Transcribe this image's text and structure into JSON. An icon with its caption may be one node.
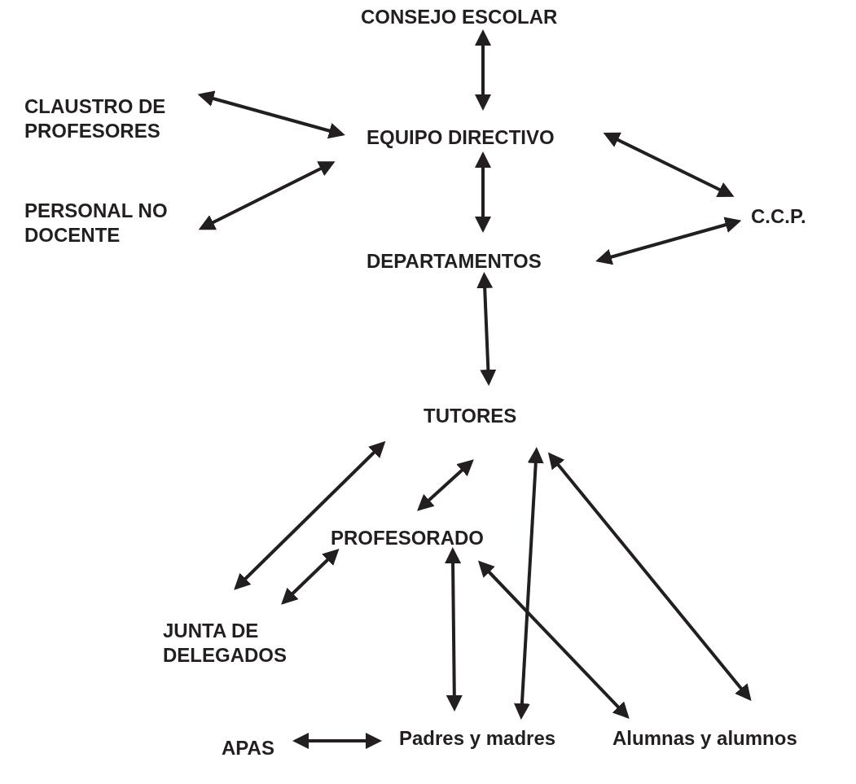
{
  "diagram": {
    "nodes": [
      {
        "text": [
          "CONSEJO ESCOLAR"
        ]
      },
      {
        "text": [
          "CLAUSTRO DE PROFESORES"
        ]
      },
      {
        "text": [
          "EQUIPO DIRECTIVO"
        ]
      },
      {
        "text": [
          "PERSONAL NO DOCENTE"
        ]
      },
      {
        "text": [
          "C.C.P."
        ]
      },
      {
        "text": [
          "DEPARTAMENTOS"
        ]
      },
      {
        "text": [
          "TUTORES"
        ]
      },
      {
        "text": [
          "PROFESORADO"
        ]
      },
      {
        "text": [
          "JUNTA DE DELEGADOS"
        ]
      },
      {
        "text": [
          "APAS"
        ]
      },
      {
        "text": [
          "Padres y madres"
        ]
      },
      {
        "text": [
          "Alumnas y alumnos"
        ]
      }
    ],
    "edges": [
      {
        "from": 0,
        "to": 2,
        "arrow": "both"
      },
      {
        "from": 1,
        "to": 2,
        "arrow": "both"
      },
      {
        "from": 3,
        "to": 2,
        "arrow": "both"
      },
      {
        "from": 2,
        "to": 4,
        "arrow": "both"
      },
      {
        "from": 4,
        "to": 5,
        "arrow": "both"
      },
      {
        "from": 2,
        "to": 5,
        "arrow": "both"
      },
      {
        "from": 5,
        "to": 6,
        "arrow": "both"
      },
      {
        "from": 6,
        "to": 8,
        "arrow": "both"
      },
      {
        "from": 6,
        "to": 7,
        "arrow": "both"
      },
      {
        "from": 7,
        "to": 8,
        "arrow": "both"
      },
      {
        "from": 6,
        "to": 10,
        "arrow": "both"
      },
      {
        "from": 7,
        "to": 10,
        "arrow": "both"
      },
      {
        "from": 7,
        "to": 11,
        "arrow": "both"
      },
      {
        "from": 6,
        "to": 11,
        "arrow": "both"
      },
      {
        "from": 9,
        "to": 10,
        "arrow": "both"
      }
    ]
  }
}
